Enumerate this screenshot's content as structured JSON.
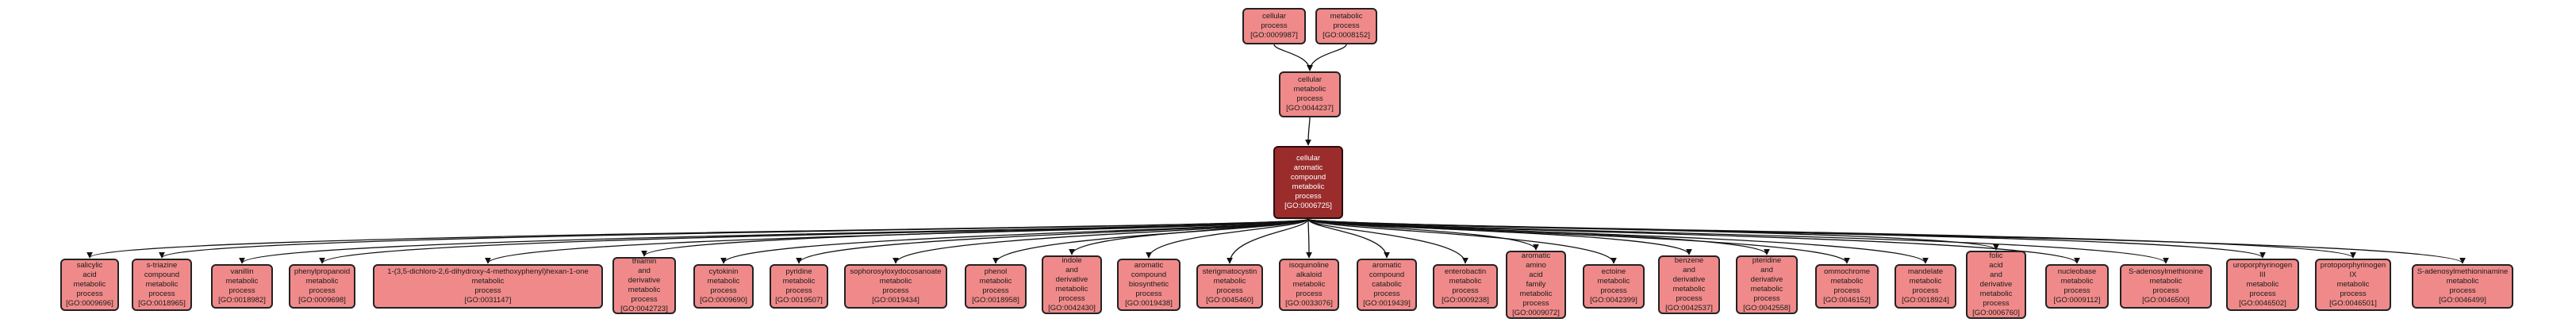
{
  "colors": {
    "node_fill": "#f08a8a",
    "focus_fill": "#9b2c2c",
    "edge": "#111111"
  },
  "nodes": {
    "n0": {
      "lines": [
        "cellular",
        "process",
        "[GO:0009987]"
      ]
    },
    "n1": {
      "lines": [
        "metabolic",
        "process",
        "[GO:0008152]"
      ]
    },
    "n2": {
      "lines": [
        "cellular",
        "metabolic",
        "process",
        "[GO:0044237]"
      ]
    },
    "n3": {
      "lines": [
        "cellular",
        "aromatic",
        "compound",
        "metabolic",
        "process",
        "[GO:0006725]"
      ]
    },
    "c0": {
      "lines": [
        "salicylic",
        "acid",
        "metabolic",
        "process",
        "[GO:0009696]"
      ]
    },
    "c1": {
      "lines": [
        "s-triazine",
        "compound",
        "metabolic",
        "process",
        "[GO:0018965]"
      ]
    },
    "c2": {
      "lines": [
        "vanillin",
        "metabolic",
        "process",
        "[GO:0018982]"
      ]
    },
    "c3": {
      "lines": [
        "phenylpropanoid",
        "metabolic",
        "process",
        "[GO:0009698]"
      ]
    },
    "c4": {
      "lines": [
        "1-(3,5-dichloro-2,6-dihydroxy-4-methoxyphenyl)hexan-1-one",
        "metabolic",
        "process",
        "[GO:0031147]"
      ]
    },
    "c5": {
      "lines": [
        "thiamin",
        "and",
        "derivative",
        "metabolic",
        "process",
        "[GO:0042723]"
      ]
    },
    "c6": {
      "lines": [
        "cytokinin",
        "metabolic",
        "process",
        "[GO:0009690]"
      ]
    },
    "c7": {
      "lines": [
        "pyridine",
        "metabolic",
        "process",
        "[GO:0019507]"
      ]
    },
    "c8": {
      "lines": [
        "sophorosyloxydocosanoate",
        "metabolic",
        "process",
        "[GO:0019434]"
      ]
    },
    "c9": {
      "lines": [
        "phenol",
        "metabolic",
        "process",
        "[GO:0018958]"
      ]
    },
    "c10": {
      "lines": [
        "indole",
        "and",
        "derivative",
        "metabolic",
        "process",
        "[GO:0042430]"
      ]
    },
    "c11": {
      "lines": [
        "aromatic",
        "compound",
        "biosynthetic",
        "process",
        "[GO:0019438]"
      ]
    },
    "c12": {
      "lines": [
        "sterigmatocystin",
        "metabolic",
        "process",
        "[GO:0045460]"
      ]
    },
    "c13": {
      "lines": [
        "isoquinoline",
        "alkaloid",
        "metabolic",
        "process",
        "[GO:0033076]"
      ]
    },
    "c14": {
      "lines": [
        "aromatic",
        "compound",
        "catabolic",
        "process",
        "[GO:0019439]"
      ]
    },
    "c15": {
      "lines": [
        "enterobactin",
        "metabolic",
        "process",
        "[GO:0009238]"
      ]
    },
    "c16": {
      "lines": [
        "aromatic",
        "amino",
        "acid",
        "family",
        "metabolic",
        "process",
        "[GO:0009072]"
      ]
    },
    "c17": {
      "lines": [
        "ectoine",
        "metabolic",
        "process",
        "[GO:0042399]"
      ]
    },
    "c18": {
      "lines": [
        "benzene",
        "and",
        "derivative",
        "metabolic",
        "process",
        "[GO:0042537]"
      ]
    },
    "c19": {
      "lines": [
        "pteridine",
        "and",
        "derivative",
        "metabolic",
        "process",
        "[GO:0042558]"
      ]
    },
    "c20": {
      "lines": [
        "ommochrome",
        "metabolic",
        "process",
        "[GO:0046152]"
      ]
    },
    "c21": {
      "lines": [
        "mandelate",
        "metabolic",
        "process",
        "[GO:0018924]"
      ]
    },
    "c22": {
      "lines": [
        "folic",
        "acid",
        "and",
        "derivative",
        "metabolic",
        "process",
        "[GO:0006760]"
      ]
    },
    "c23": {
      "lines": [
        "nucleobase",
        "metabolic",
        "process",
        "[GO:0009112]"
      ]
    },
    "c24": {
      "lines": [
        "S-adenosylmethionine",
        "metabolic",
        "process",
        "[GO:0046500]"
      ]
    },
    "c25": {
      "lines": [
        "uroporphyrinogen",
        "III",
        "metabolic",
        "process",
        "[GO:0046502]"
      ]
    },
    "c26": {
      "lines": [
        "protoporphyrinogen",
        "IX",
        "metabolic",
        "process",
        "[GO:0046501]"
      ]
    },
    "c27": {
      "lines": [
        "S-adenosylmethioninamine",
        "metabolic",
        "process",
        "[GO:0046499]"
      ]
    }
  }
}
